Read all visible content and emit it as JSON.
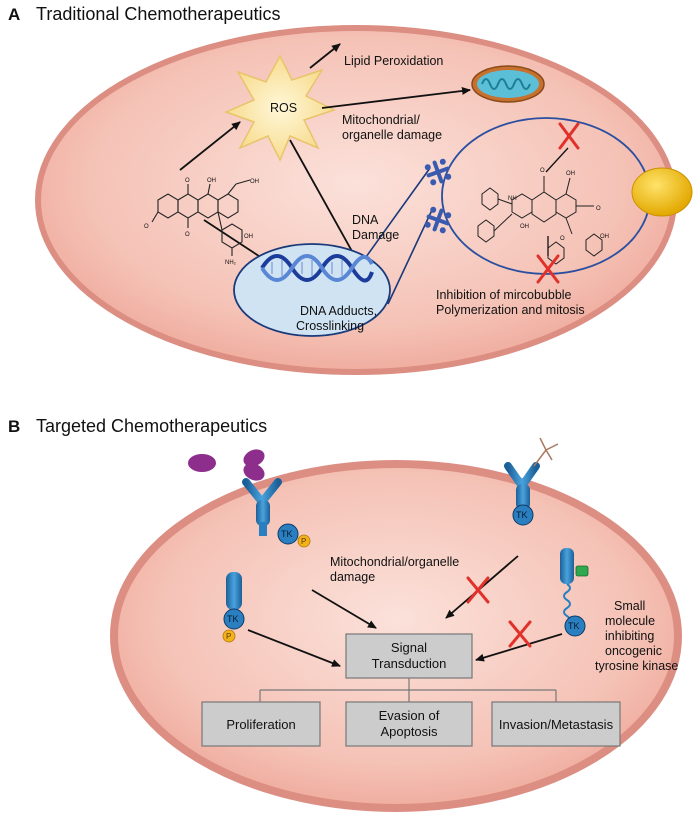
{
  "panel_a": {
    "letter": "A",
    "title": "Traditional Chemotherapeutics",
    "labels": {
      "ros": "ROS",
      "lipid": "Lipid Peroxidation",
      "mito_1": "Mitochondrial/",
      "mito_2": "organelle damage",
      "dna_dmg_1": "DNA",
      "dna_dmg_2": "Damage",
      "adducts_1": "DNA Adducts,",
      "adducts_2": "Crosslinking",
      "inhib_1": "Inhibition of mircobubble",
      "inhib_2": "Polymerization and mitosis"
    }
  },
  "panel_b": {
    "letter": "B",
    "title": "Targeted Chemotherapeutics",
    "labels": {
      "tk": "TK",
      "p": "P",
      "mito_1": "Mitochondrial/organelle",
      "mito_2": "damage",
      "small_1": "Small",
      "small_2": "molecule",
      "small_3": "inhibiting",
      "small_4": "oncogenic",
      "small_5": "tyrosine kinase"
    },
    "signal_box": [
      "Signal",
      "Transduction"
    ],
    "outcomes": [
      {
        "line1": "Proliferation",
        "line2": ""
      },
      {
        "line1": "Evasion of",
        "line2": "Apoptosis"
      },
      {
        "line1": "Invasion/Metastasis",
        "line2": ""
      }
    ]
  },
  "colors": {
    "cell_fill": "#f2b7aa",
    "cell_edge": "#d98c80",
    "arrow": "#111111",
    "inhibit_x": "#e0312a",
    "receptor": "#2a7fc0",
    "ligand": "#8e2e8c",
    "phosphate": "#f2b21c",
    "dna_bg": "#cfe3f3",
    "mito": "#3aa6c4",
    "box": "#cccccc",
    "nucleus_yellow": "#f2c000"
  }
}
